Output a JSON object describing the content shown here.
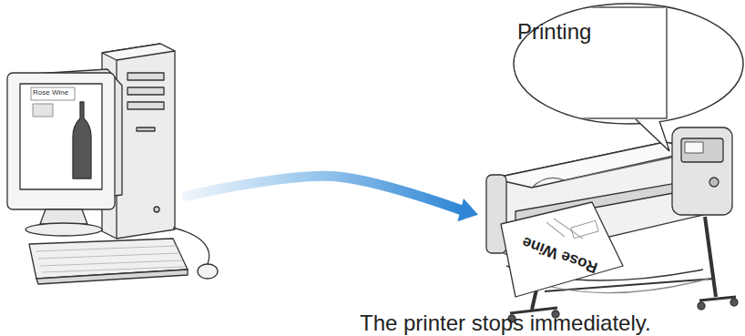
{
  "diagram": {
    "caption": "The printer stops immediately.",
    "nodes": [
      {
        "text": [
          "Rose Wine"
        ]
      },
      {
        "text": [
          "Rose Wine"
        ]
      },
      {
        "text": [
          "Printing"
        ]
      }
    ],
    "edges": [
      {
        "from": 0,
        "to": 1,
        "arrow": "to"
      }
    ]
  }
}
